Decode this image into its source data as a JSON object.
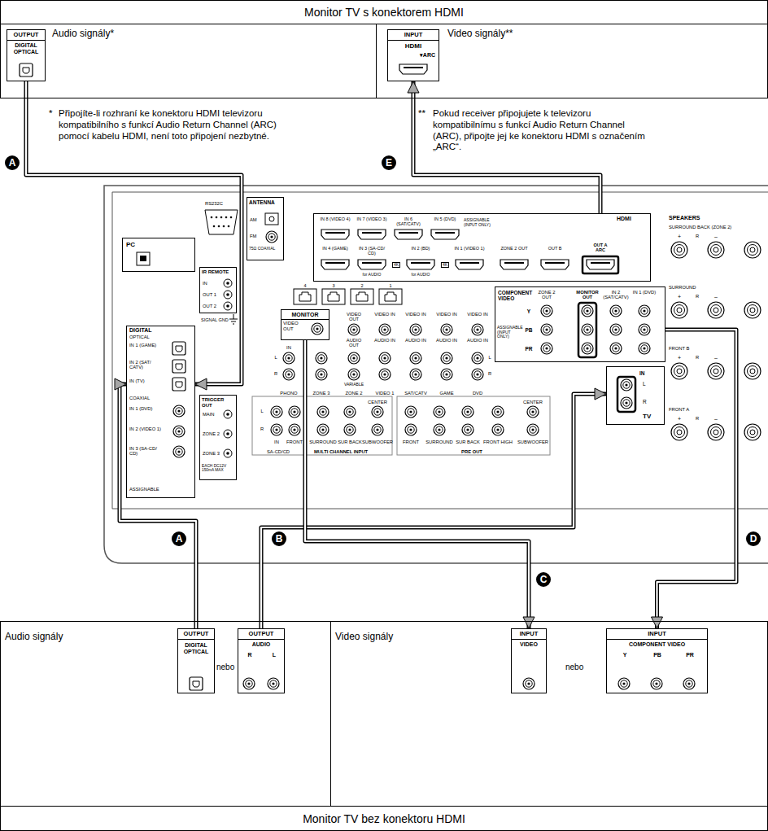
{
  "diagram": {
    "nodes": [
      {
        "text": [
          "Monitor TV s konektorem HDMI"
        ]
      },
      {
        "text": [
          "Audio signály*"
        ],
        "in": 0
      },
      {
        "text": [
          "OUTPUT",
          "DIGITAL OPTICAL"
        ],
        "in": 1
      },
      {
        "text": [
          "Video signály**"
        ],
        "in": 0
      },
      {
        "text": [
          "INPUT",
          "HDMI",
          "▾ARC"
        ],
        "in": 3
      },
      {
        "text": [
          "ANTENNA"
        ]
      },
      {
        "text": [
          "PC"
        ]
      },
      {
        "text": [
          "IR REMOTE"
        ]
      },
      {
        "text": [
          "HDMI"
        ]
      },
      {
        "text": [
          "DIGITAL"
        ]
      },
      {
        "text": [
          "TRIGGER OUT"
        ]
      },
      {
        "text": [
          "MONITOR",
          "VIDEO OUT"
        ]
      },
      {
        "text": [
          "COMPONENT VIDEO"
        ]
      },
      {
        "text": [
          "TV"
        ]
      },
      {
        "text": [
          "Monitor TV bez konektoru HDMI"
        ]
      },
      {
        "text": [
          "Audio signály",
          "nebo"
        ],
        "in": 14
      },
      {
        "text": [
          "OUTPUT",
          "DIGITAL OPTICAL"
        ],
        "in": 15
      },
      {
        "text": [
          "OUTPUT",
          "AUDIO",
          "R",
          "L"
        ],
        "in": 15
      },
      {
        "text": [
          "Video signály",
          "nebo"
        ],
        "in": 14
      },
      {
        "text": [
          "INPUT",
          "VIDEO"
        ],
        "in": 18
      },
      {
        "text": [
          "INPUT",
          "COMPONENT VIDEO",
          "Y",
          "PB",
          "PR"
        ],
        "in": 18
      }
    ],
    "edges": [
      {
        "from": 2,
        "to": 9,
        "arrow": "to"
      },
      {
        "from": 16,
        "to": 9,
        "arrow": "to"
      },
      {
        "from": 8,
        "to": 4,
        "arrow": "to"
      },
      {
        "from": 17,
        "to": 13,
        "arrow": "to"
      },
      {
        "from": 11,
        "to": 19,
        "arrow": "to"
      },
      {
        "from": 12,
        "to": 20,
        "arrow": "to"
      }
    ],
    "labels": [
      "*",
      "Připojíte-li rozhraní ke konektoru HDMI televizoru kompatibilního s funkcí Audio Return Channel (ARC) pomocí kabelu HDMI, není toto připojení nezbytné.",
      "**",
      "Pokud receiver připojujete k televizoru kompatibilnímu s funkcí Audio Return Channel (ARC), připojte jej ke konektoru HDMI s označením „ARC“.",
      "A",
      "E",
      "RS232C",
      "AM",
      "FM",
      "75Ω COAXIAL",
      "IN",
      "OUT 1",
      "OUT 2",
      "SIGNAL GND",
      "OPTICAL",
      "IN 1 (GAME)",
      "IN 2 (SAT/ CATV)",
      "IN (TV)",
      "COAXIAL",
      "IN 1 (DVD)",
      "IN 2 (VIDEO 1)",
      "IN 3 (SA-CD/ CD)",
      "ASSIGNABLE",
      "MAIN",
      "ZONE 2",
      "ZONE 3",
      "EACH DC12V 150mA MAX",
      "4",
      "3",
      "2",
      "1",
      "IN 8 (VIDEO 4)",
      "IN 7 (VIDEO 3)",
      "IN 6 (SAT/CATV)",
      "IN 5 (DVD)",
      "ASSIGNABLE (INPUT ONLY)",
      "IN 4 (GAME)",
      "IN 3 (SA-CD/ CD)",
      "4K",
      "IN 2 (BD)",
      "4K",
      "IN 1 (VIDEO 1)",
      "ZONE 2 OUT",
      "OUT B",
      "OUT A ARC",
      "for AUDIO",
      "for AUDIO",
      "ZONE 2 OUT",
      "MONITOR OUT",
      "IN 2 (SAT/CATV)",
      "IN 1 (DVD)",
      "ASSIGNABLE (INPUT ONLY)",
      "Y",
      "PB",
      "PR",
      "VIDEO OUT",
      "VIDEO IN",
      "VIDEO IN",
      "VIDEO IN",
      "VIDEO IN",
      "IN",
      "AUDIO OUT",
      "AUDIO IN",
      "AUDIO IN",
      "AUDIO IN",
      "AUDIO IN",
      "L",
      "R",
      "L",
      "R",
      "VARIABLE",
      "PHONO",
      "ZONE 3",
      "ZONE 2",
      "VIDEO 1",
      "SAT/CATV",
      "GAME",
      "DVD",
      "L",
      "R",
      "IN",
      "FRONT",
      "SURROUND",
      "SUR BACK",
      "CENTER",
      "SUBWOOFER",
      "SA-CD/CD",
      "MULTI CHANNEL INPUT",
      "FRONT",
      "SURROUND",
      "SUR BACK",
      "FRONT HIGH",
      "CENTER",
      "SUBWOOFER",
      "PRE OUT",
      "IN",
      "L",
      "R",
      "SPEAKERS",
      "SURROUND BACK (ZONE 2)",
      "+",
      "R",
      "–",
      "SURROUND",
      "+",
      "R",
      "–",
      "FRONT B",
      "+",
      "R",
      "–",
      "FRONT A",
      "+",
      "R",
      "–",
      "A",
      "B",
      "C",
      "D"
    ]
  }
}
